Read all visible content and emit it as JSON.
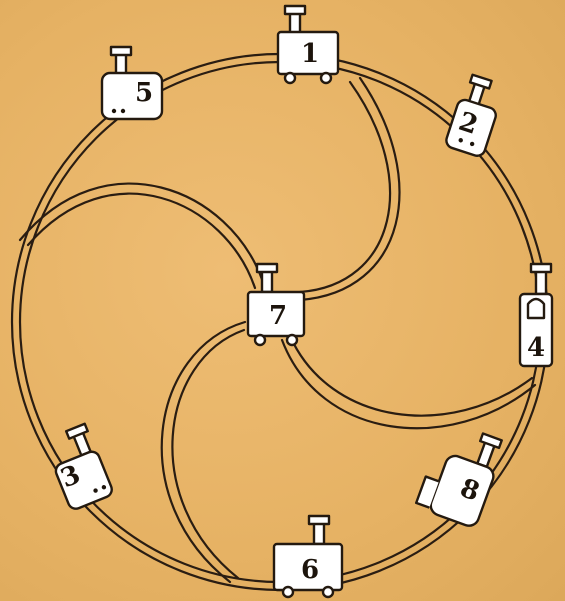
{
  "locomotives": [
    {
      "id": "engine-1",
      "number": "1"
    },
    {
      "id": "engine-2",
      "number": "2"
    },
    {
      "id": "engine-3",
      "number": "3"
    },
    {
      "id": "engine-4",
      "number": "4"
    },
    {
      "id": "engine-5",
      "number": "5"
    },
    {
      "id": "engine-6",
      "number": "6"
    },
    {
      "id": "engine-7",
      "number": "7"
    },
    {
      "id": "engine-8",
      "number": "8"
    }
  ],
  "colors": {
    "paper": "#e6b264",
    "ink": "#241a10",
    "engine_fill": "#ffffff"
  }
}
